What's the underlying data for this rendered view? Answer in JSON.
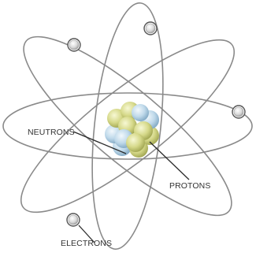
{
  "labels": {
    "neutrons": "NEUTRONS",
    "protons": "PROTONS",
    "electrons": "ELECTRONS"
  },
  "colors": {
    "orbit": "#8a8a8a",
    "neutron": "#bfd9ea",
    "proton": "#d6d98a",
    "electron": "#d9d9d9",
    "leader": "#2b2b2b"
  }
}
